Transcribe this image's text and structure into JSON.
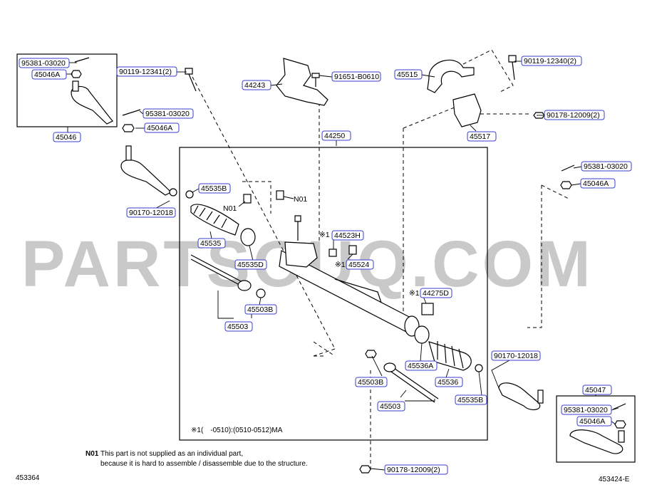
{
  "watermark": "PARTSOUQ.COM",
  "labels": {
    "l_95381_tl": "95381-03020",
    "l_45046A_tl": "45046A",
    "l_45046": "45046",
    "l_90119_12341": "90119-12341(2)",
    "l_95381_mid": "95381-03020",
    "l_45046A_mid": "45046A",
    "l_90170_left": "90170-12018",
    "l_44243": "44243",
    "l_91651": "91651-B0610",
    "l_44250": "44250",
    "l_45515": "45515",
    "l_90119_12340": "90119-12340(2)",
    "l_90178_top": "90178-12009(2)",
    "l_45517": "45517",
    "l_95381_right": "95381-03020",
    "l_45046A_right": "45046A",
    "l_45535B_top": "45535B",
    "l_N01_a": "N01",
    "l_N01_b": "N01",
    "l_45535": "45535",
    "l_45535D": "45535D",
    "l_44523H": "44523H",
    "l_45524": "45524",
    "l_45503B_left": "45503B",
    "l_45503_left": "45503",
    "l_44275D": "44275D",
    "l_90170_right": "90170-12018",
    "l_45536A": "45536A",
    "l_45536": "45536",
    "l_45503B_right": "45503B",
    "l_45535B_bot": "45535B",
    "l_45503_right": "45503",
    "l_45047": "45047",
    "l_95381_br": "95381-03020",
    "l_45046A_br": "45046A",
    "l_90178_bot": "90178-12009(2)"
  },
  "marks": {
    "ref1": "※1",
    "ref1b": "※1",
    "ref1c": "※1"
  },
  "footnote_range": "※1(　-0510):(0510-0512)MA",
  "note": {
    "code": "N01",
    "line1": "This part is not supplied as an individual part,",
    "line2": "because it is hard to assemble / disassemble due to the structure."
  },
  "footer": {
    "left_code": "453364",
    "right_code": "453424-E"
  }
}
